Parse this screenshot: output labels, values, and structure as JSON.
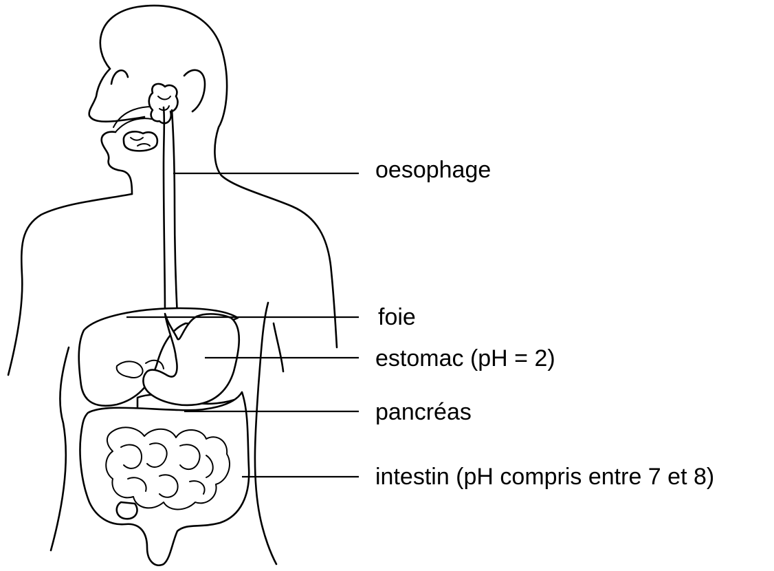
{
  "labels": {
    "oesophage": "oesophage",
    "foie": "foie",
    "estomac": "estomac (pH = 2)",
    "pancreas": "pancréas",
    "intestin": "intestin (pH compris entre 7 et 8)"
  },
  "colors": {
    "stroke": "#000000",
    "background": "#ffffff"
  }
}
